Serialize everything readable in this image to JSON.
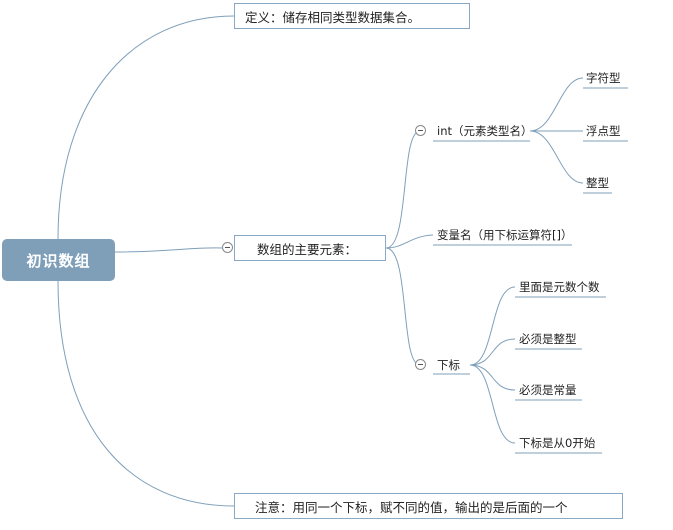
{
  "root": {
    "label": "初识数组"
  },
  "definition": {
    "label": "定义：储存相同类型数据集合。"
  },
  "main_elements": {
    "label": "数组的主要元素：",
    "int": {
      "label": "int（元素类型名）",
      "children": [
        "字符型",
        "浮点型",
        "整型"
      ]
    },
    "variable": {
      "label": "变量名（用下标运算符[]）"
    },
    "subscript": {
      "label": "下标",
      "children": [
        "里面是元数个数",
        "必须是整型",
        "必须是常量",
        "下标是从0开始"
      ]
    }
  },
  "note": {
    "label": "注意：用同一个下标，赋不同的值，输出的是后面的一个"
  },
  "colors": {
    "root_fill": "#7f9fb9",
    "box_border": "#8aa9c6",
    "connector": "#7f9fb9"
  }
}
